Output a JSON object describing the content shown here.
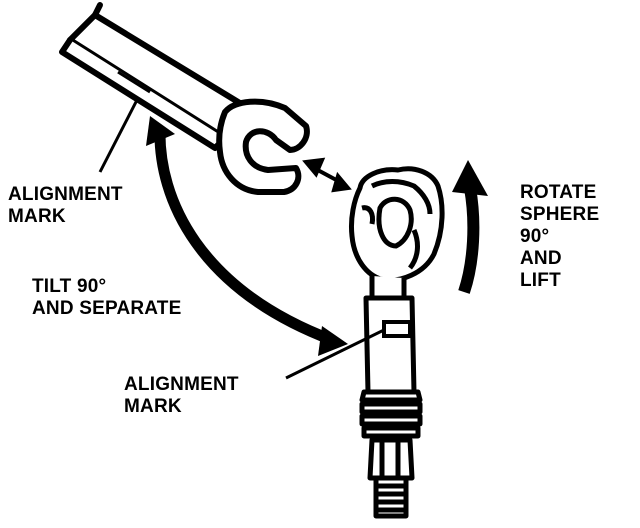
{
  "labels": {
    "alignment_mark_top": [
      "ALIGNMENT",
      "MARK"
    ],
    "tilt": [
      "TILT 90°",
      "AND SEPARATE"
    ],
    "alignment_mark_bottom": [
      "ALIGNMENT",
      "MARK"
    ],
    "rotate": [
      "ROTATE",
      "SPHERE",
      "90°",
      "AND",
      "LIFT"
    ]
  },
  "colors": {
    "ink": "#000000",
    "paper": "#ffffff"
  }
}
